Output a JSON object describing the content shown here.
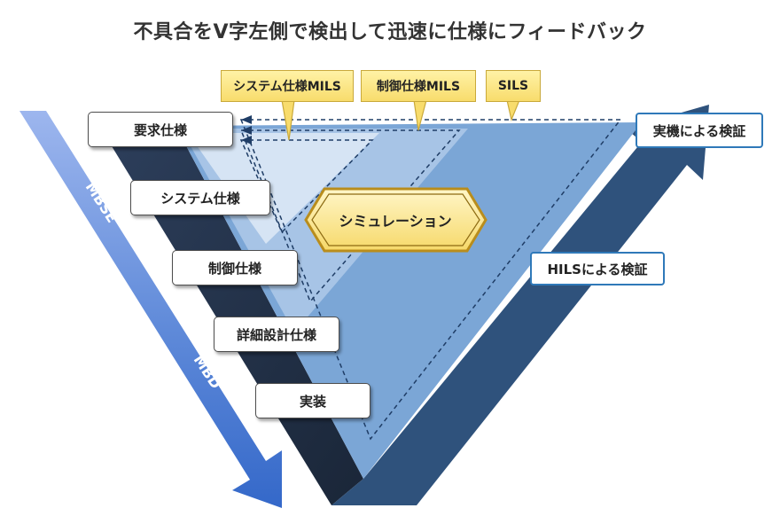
{
  "title": "不具合をV字左側で検出して迅速に仕様にフィードバック",
  "left_steps": [
    "要求仕様",
    "システム仕様",
    "制御仕様",
    "詳細設計仕様",
    "実装"
  ],
  "callouts": [
    "システム仕様MILS",
    "制御仕様MILS",
    "SILS"
  ],
  "simulation": "シミュレーション",
  "verification": {
    "top": "実機による検証",
    "middle": "HILSによる検証"
  },
  "side_labels": {
    "mbse": "MBSE",
    "mbd": "MBD"
  },
  "colors": {
    "title": "#333333",
    "left_arm_dark": "#1f2e44",
    "right_arm": "#2f527c",
    "mbse_arrow": "#7f9ee1",
    "mbd_arrow": "#3d74d0",
    "sils_region": "#7ba6d6",
    "mils_control_region": "#a7c4e6",
    "mils_system_region": "#d6e4f4",
    "callout_fill": "#f8dc6c",
    "simulation_badge": "#e8c23a"
  }
}
